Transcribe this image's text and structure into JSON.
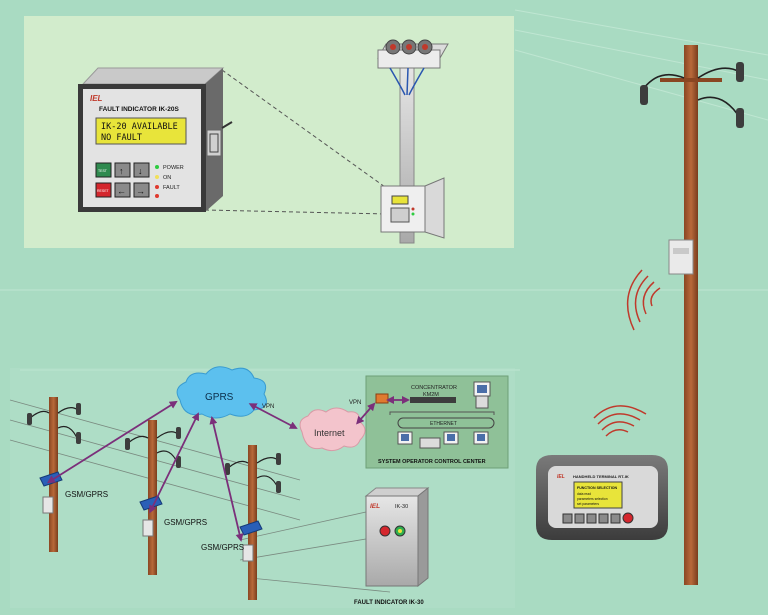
{
  "panel_device": {
    "brand": "IEL",
    "title": "FAULT INDICATOR IK-20S",
    "lcd_line1": "IK-20 AVAILABLE",
    "lcd_line2": "NO  FAULT",
    "btn_test": "TEST",
    "btn_reset": "RESET",
    "led_power": "POWER",
    "led_on": "ON",
    "led_fault": "FAULT"
  },
  "network": {
    "gprs": "GPRS",
    "internet": "Internet",
    "vpn_a": "VPN",
    "vpn_b": "VPN",
    "gsm_1": "GSM/GPRS",
    "gsm_2": "GSM/GPRS",
    "gsm_3": "GSM/GPRS",
    "concentrator_line1": "CONCENTRATOR",
    "concentrator_line2": "KM2M",
    "ethernet": "ETHERNET",
    "control_center": "SYSTEM OPERATOR CONTROL CENTER"
  },
  "ik30": {
    "brand": "IEL",
    "model": "IK-30",
    "caption": "FAULT INDICATOR IK-30"
  },
  "handheld": {
    "brand": "IEL",
    "title": "HANDHELD  TERMINAL  RT-IK",
    "screen_line1": "FUNCTION SELECTION",
    "screen_line2": "data read",
    "screen_line3": "parameters selection",
    "screen_line4": "set parameters"
  },
  "colors": {
    "background": "#a9dbc2",
    "upper_panel": "#d2eccc",
    "lcd": "#e8e43a",
    "pole": "#a35a2f",
    "arrow": "#7b2f7a",
    "cloud_gprs": "#5cc0ee",
    "cloud_internet": "#f3c4cc",
    "control_center": "#8fc198",
    "signal": "#c0392b"
  }
}
